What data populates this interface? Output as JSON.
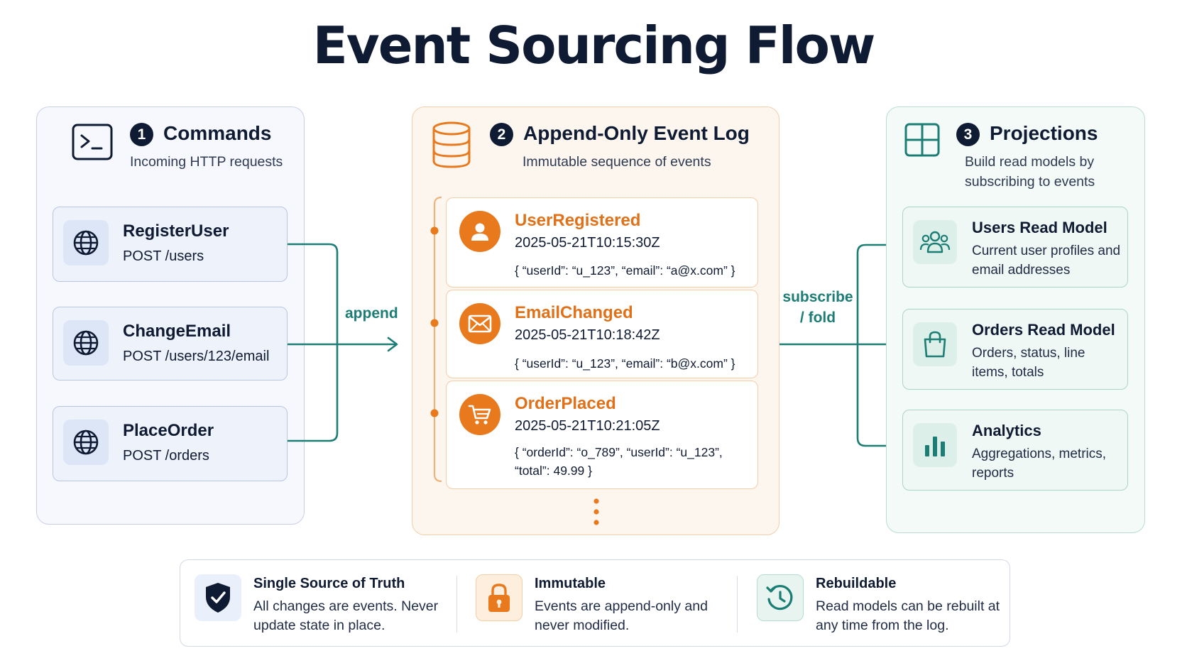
{
  "title": "Event Sourcing Flow",
  "commands": {
    "step": "1",
    "title": "Commands",
    "subtitle": "Incoming HTTP requests",
    "items": [
      {
        "name": "RegisterUser",
        "path": "POST /users"
      },
      {
        "name": "ChangeEmail",
        "path": "POST /users/123/email"
      },
      {
        "name": "PlaceOrder",
        "path": "POST /orders"
      }
    ]
  },
  "event_log": {
    "step": "2",
    "title": "Append-Only Event Log",
    "subtitle": "Immutable sequence of events",
    "events": [
      {
        "name": "UserRegistered",
        "timestamp": "2025-05-21T10:15:30Z",
        "payload": "{ “userId”: “u_123”, “email”: “a@x.com” }",
        "icon": "user-icon"
      },
      {
        "name": "EmailChanged",
        "timestamp": "2025-05-21T10:18:42Z",
        "payload": "{ “userId”: “u_123”, “email”: “b@x.com” }",
        "icon": "envelope-icon"
      },
      {
        "name": "OrderPlaced",
        "timestamp": "2025-05-21T10:21:05Z",
        "payload": "{ “orderId”: “o_789”, “userId”: “u_123”, “total”: 49.99 }",
        "icon": "cart-icon"
      }
    ]
  },
  "projections": {
    "step": "3",
    "title": "Projections",
    "subtitle": "Build read models by subscribing to events",
    "items": [
      {
        "name": "Users Read Model",
        "description": "Current user profiles and email addresses",
        "icon": "users-icon"
      },
      {
        "name": "Orders Read Model",
        "description": "Orders, status, line items, totals",
        "icon": "shopping-bag-icon"
      },
      {
        "name": "Analytics",
        "description": "Aggregations, metrics, reports",
        "icon": "bar-chart-icon"
      }
    ]
  },
  "flows": {
    "append_label": "append",
    "subscribe_label": "subscribe / fold"
  },
  "features": [
    {
      "title": "Single Source of Truth",
      "description": "All changes are events. Never update state in place.",
      "icon": "shield-check-icon"
    },
    {
      "title": "Immutable",
      "description": "Events are append-only and never modified.",
      "icon": "lock-icon"
    },
    {
      "title": "Rebuildable",
      "description": "Read models can be rebuilt at any time from the log.",
      "icon": "history-icon"
    }
  ],
  "colors": {
    "navy": "#0f1b33",
    "orange": "#e9791d",
    "teal": "#1c7d74",
    "command_border": "#b8c6e0",
    "log_border": "#f2cfa8",
    "projection_border": "#a9d5ca"
  }
}
